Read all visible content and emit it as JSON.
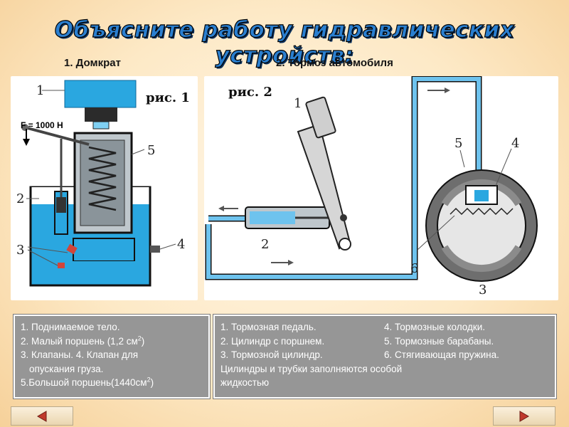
{
  "title": "Объясните работу гидравлических устройств:",
  "section1": {
    "heading": "1. Домкрат"
  },
  "section2": {
    "heading": "2. Тормоз автомобиля"
  },
  "figure1": {
    "label": "рис. 1",
    "force": "F = 1000 Н",
    "numbers": {
      "n1": "1",
      "n2": "2",
      "n3": "3",
      "n4": "4",
      "n5": "5"
    }
  },
  "figure2": {
    "label": "рис. 2",
    "numbers": {
      "n1": "1",
      "n2": "2",
      "n3": "3",
      "n4": "4",
      "n5": "5",
      "n6": "6"
    }
  },
  "legend1": {
    "l1": "1. Поднимаемое тело.",
    "l2_main": "2. Малый поршень (1,2 см",
    "l2_sup": "2",
    "l2_end": ")",
    "l3": "3. Клапаны. 4. Клапан для",
    "l4": "опускания груза.",
    "l5_main": "5.Большой поршень(1440см",
    "l5_sup": "2",
    "l5_end": ")"
  },
  "legend2": {
    "a1": "1. Тормозная педаль.",
    "a2": "2. Цилиндр с поршнем.",
    "a3": "3. Тормозной цилиндр.",
    "b1": "4. Тормозные колодки.",
    "b2": "5. Тормозные барабаны.",
    "b3": "6. Стягивающая пружина.",
    "note1": "Цилиндры и трубки заполняются особой",
    "note2": "жидкостью"
  },
  "nav": {
    "prev_icon": "triangle-left-icon",
    "next_icon": "triangle-right-icon",
    "color": "#c0392b"
  },
  "colors": {
    "title": "#2a7fd0",
    "fluid": "#3aa0dc",
    "legend_bg": "#969696"
  }
}
